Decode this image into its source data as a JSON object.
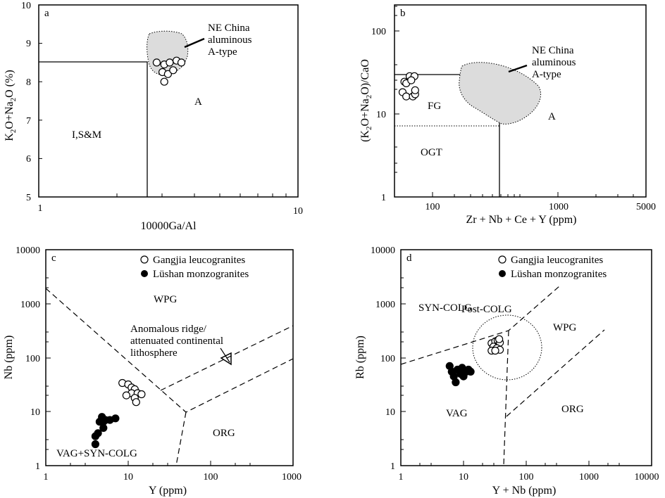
{
  "colors": {
    "axis": "#000000",
    "field_fill": "#dcdcdc",
    "line": "#000000"
  },
  "chart_data": [
    {
      "panel": "a",
      "type": "scatter",
      "xlabel": "10000Ga/Al",
      "ylabel": "K2O+Na2O (%)",
      "xscale": "log",
      "xlim": [
        1,
        10
      ],
      "ylim": [
        5,
        10
      ],
      "xticklabels": [
        "1",
        "10"
      ],
      "yticklabels": [
        "5",
        "6",
        "7",
        "8",
        "9",
        "10"
      ],
      "fields": [
        "I,S&M",
        "A"
      ],
      "annotation": [
        "NE China",
        "aluminous",
        "A-type"
      ],
      "series": [
        {
          "values": [
            [
              2.85,
              8.5
            ],
            [
              3.05,
              8.45
            ],
            [
              3.2,
              8.5
            ],
            [
              3.4,
              8.55
            ],
            [
              3.55,
              8.5
            ],
            [
              3.0,
              8.25
            ],
            [
              3.15,
              8.2
            ],
            [
              3.3,
              8.3
            ],
            [
              3.05,
              8.0
            ]
          ]
        }
      ]
    },
    {
      "panel": "b",
      "type": "scatter",
      "xlabel": "Zr + Nb + Ce + Y (ppm)",
      "ylabel": "(K2O+Na2O)/CaO",
      "xscale": "log",
      "yscale": "log",
      "xlim": [
        50,
        5000
      ],
      "ylim": [
        1,
        200
      ],
      "xticklabels": [
        "100",
        "1000",
        "5000"
      ],
      "yticklabels": [
        "1",
        "10",
        "100"
      ],
      "fields": [
        "FG",
        "OGT",
        "A"
      ],
      "annotation": [
        "NE China",
        "aluminous",
        "A-type"
      ],
      "series": [
        {
          "values": [
            [
              60,
              24
            ],
            [
              62,
              23
            ],
            [
              66,
              28
            ],
            [
              72,
              28
            ],
            [
              68,
              25
            ],
            [
              58,
              18
            ],
            [
              62,
              16
            ],
            [
              70,
              16
            ],
            [
              73,
              17
            ],
            [
              73,
              19
            ]
          ]
        }
      ]
    },
    {
      "panel": "c",
      "type": "scatter",
      "xlabel": "Y (ppm)",
      "ylabel": "Nb (ppm)",
      "xscale": "log",
      "yscale": "log",
      "xlim": [
        1,
        1000
      ],
      "ylim": [
        1,
        10000
      ],
      "xticklabels": [
        "1",
        "10",
        "100",
        "1000"
      ],
      "yticklabels": [
        "1",
        "10",
        "100",
        "1000",
        "10000"
      ],
      "fields": [
        "WPG",
        "ORG",
        "VAG+SYN-COLG"
      ],
      "annotation": [
        "Anomalous ridge/",
        "attenuated continental",
        "lithosphere"
      ],
      "series": [
        {
          "name": "Gangjia leucogranites",
          "values": [
            [
              8.5,
              34
            ],
            [
              10,
              32
            ],
            [
              11,
              28
            ],
            [
              12,
              26
            ],
            [
              11,
              22
            ],
            [
              13,
              22
            ],
            [
              14.5,
              21
            ],
            [
              9.5,
              20
            ],
            [
              12,
              18
            ],
            [
              12.5,
              15
            ]
          ]
        },
        {
          "name": "Lüshan monzogranites",
          "values": [
            [
              4,
              3.5
            ],
            [
              4,
              2.5
            ],
            [
              4.3,
              4
            ],
            [
              4.5,
              6.5
            ],
            [
              5,
              6.5
            ],
            [
              4.8,
              8
            ],
            [
              5.3,
              7
            ],
            [
              5,
              5
            ],
            [
              6,
              7
            ],
            [
              7,
              7.5
            ]
          ]
        }
      ]
    },
    {
      "panel": "d",
      "type": "scatter",
      "xlabel": "Y + Nb (ppm)",
      "ylabel": "Rb (ppm)",
      "xscale": "log",
      "yscale": "log",
      "xlim": [
        1,
        10000
      ],
      "ylim": [
        1,
        10000
      ],
      "xticklabels": [
        "1",
        "10",
        "100",
        "1000",
        "10000"
      ],
      "yticklabels": [
        "1",
        "10",
        "100",
        "1000",
        "10000"
      ],
      "fields": [
        "SYN-COLG",
        "Post-COLG",
        "WPG",
        "VAG",
        "ORG"
      ],
      "series": [
        {
          "name": "Gangjia leucogranites",
          "values": [
            [
              28,
              185
            ],
            [
              32,
              200
            ],
            [
              35,
              210
            ],
            [
              38,
              190
            ],
            [
              30,
              160
            ],
            [
              34,
              150
            ],
            [
              38,
              140
            ],
            [
              28,
              135
            ],
            [
              32,
              135
            ],
            [
              37,
              220
            ]
          ]
        },
        {
          "name": "Lüshan monzogranites",
          "values": [
            [
              6,
              70
            ],
            [
              6.5,
              55
            ],
            [
              7,
              45
            ],
            [
              7.5,
              35
            ],
            [
              8,
              60
            ],
            [
              9,
              50
            ],
            [
              9.5,
              65
            ],
            [
              10,
              45
            ],
            [
              11,
              55
            ],
            [
              12,
              60
            ],
            [
              13,
              55
            ]
          ]
        }
      ]
    }
  ]
}
